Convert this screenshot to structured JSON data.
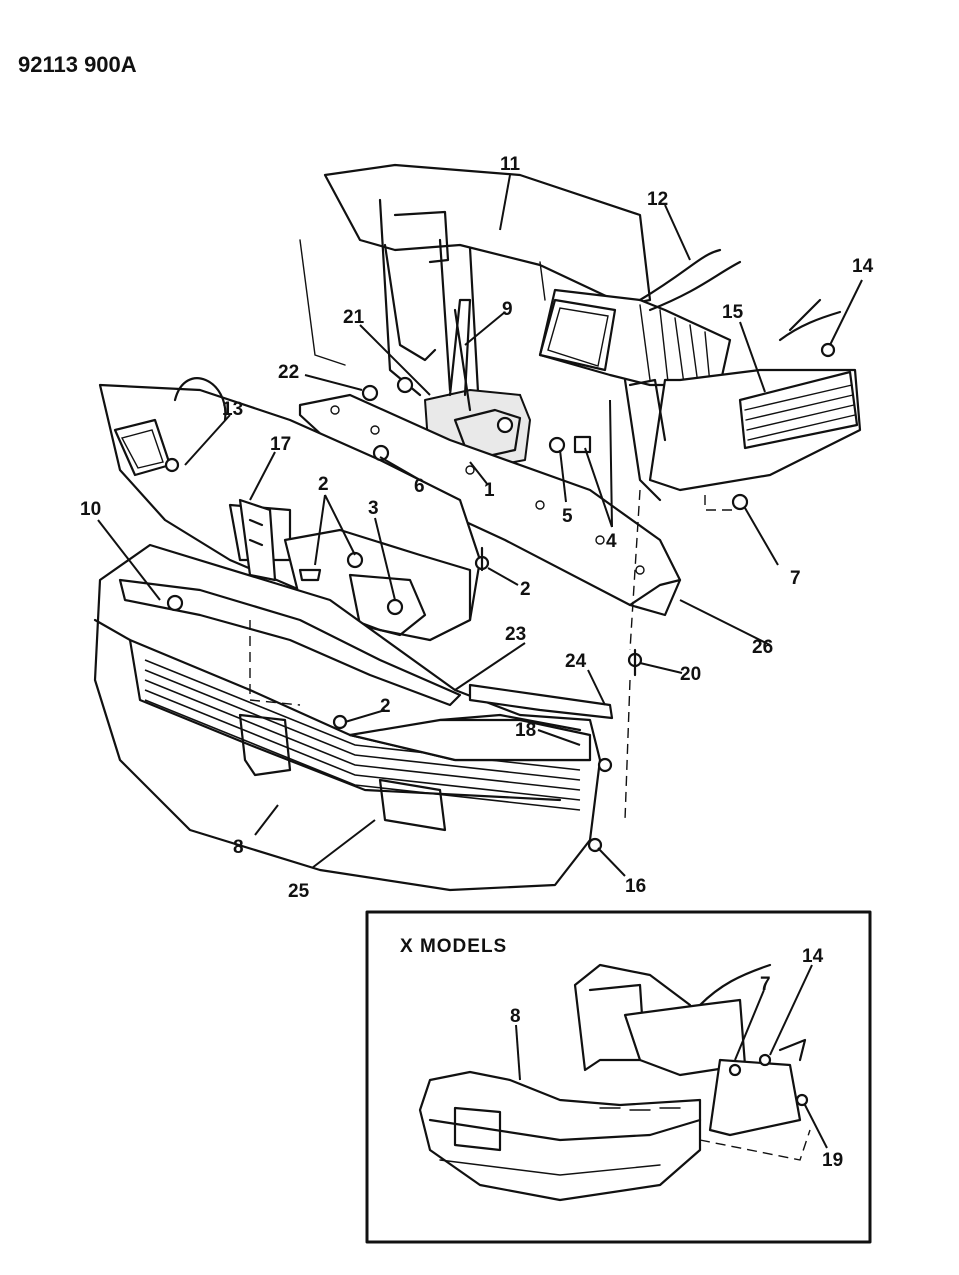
{
  "header": {
    "part_number": "92113 900A"
  },
  "inset": {
    "title": "X MODELS"
  },
  "callouts": {
    "c1": "1",
    "c2a": "2",
    "c2b": "2",
    "c2c": "2",
    "c3": "3",
    "c4": "4",
    "c5": "5",
    "c6": "6",
    "c7": "7",
    "c8": "8",
    "c9": "9",
    "c10": "10",
    "c11": "11",
    "c12": "12",
    "c13": "13",
    "c14": "14",
    "c15": "15",
    "c16": "16",
    "c17": "17",
    "c18": "18",
    "c20": "20",
    "c21": "21",
    "c22": "22",
    "c23": "23",
    "c24": "24",
    "c25": "25",
    "c26": "26"
  },
  "inset_callouts": {
    "c7": "7",
    "c8": "8",
    "c14": "14",
    "c19": "19"
  }
}
